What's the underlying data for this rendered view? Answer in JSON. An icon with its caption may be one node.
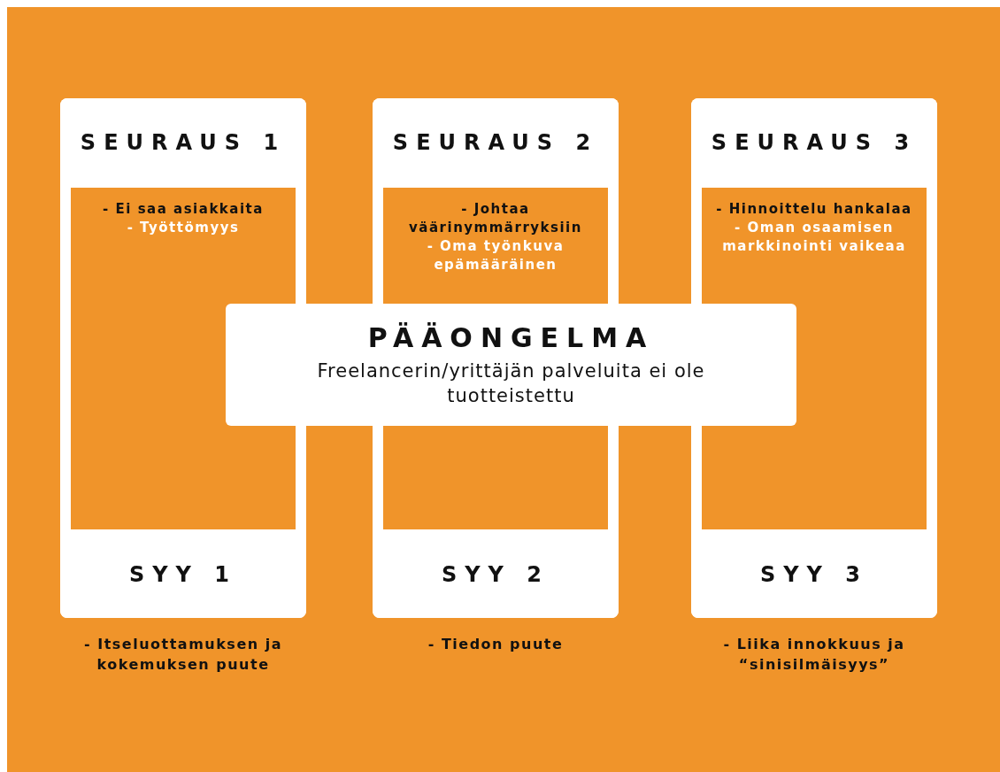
{
  "diagram": {
    "nodes": [
      {
        "text": [
          "SEURAUS 1"
        ]
      },
      {
        "text": [
          "SEURAUS 2"
        ]
      },
      {
        "text": [
          "SEURAUS 3"
        ]
      },
      {
        "text": [
          "- Ei saa asiakkaita",
          "- Työttömyys"
        ]
      },
      {
        "text": [
          "- Johtaa väärinymmärryksiin",
          "- Oma työnkuva epämääräinen"
        ]
      },
      {
        "text": [
          "- Hinnoittelu hankalaa",
          "- Oman osaamisen markkinointi vaikeaa"
        ]
      },
      {
        "text": [
          "PÄÄONGELMA",
          "Freelancerin/yrittäjän palveluita ei ole tuotteistettu"
        ]
      },
      {
        "text": [
          "SYY 1"
        ],
        "beside": [
          "- Itseluottamuksen ja kokemuksen puute"
        ]
      },
      {
        "text": [
          "SYY 2"
        ],
        "beside": [
          "- Tiedon puute"
        ]
      },
      {
        "text": [
          "SYY 3"
        ],
        "beside": [
          "- Liika innokkuus ja “sinisilmäisyys”"
        ]
      }
    ],
    "edges": []
  }
}
